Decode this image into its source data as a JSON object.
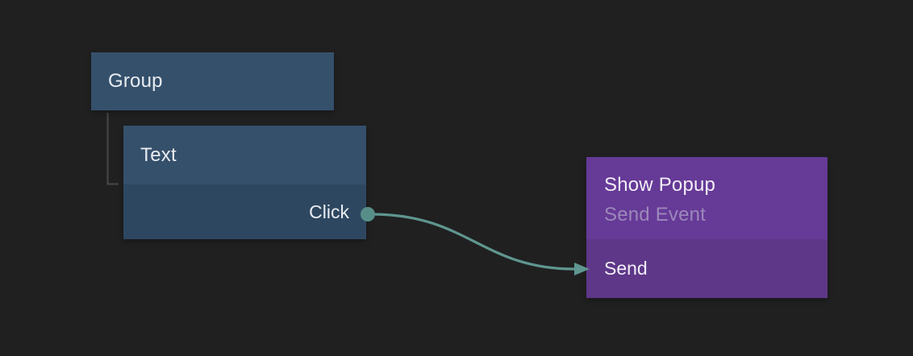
{
  "colors": {
    "bg": "#202021",
    "blue_header": "#35506b",
    "blue_body": "#2e4760",
    "purple_header": "#663a97",
    "purple_body": "#5e3788",
    "wire": "#5f968f",
    "port": "#578f88",
    "connector": "#474747",
    "text_light": "#e9ecf1",
    "text_purple": "#f2eef8",
    "text_muted": "#9c88bb"
  },
  "nodes": {
    "group": {
      "title": "Group"
    },
    "text": {
      "title": "Text",
      "output_port": "Click"
    },
    "show_popup": {
      "title": "Show Popup",
      "subtitle": "Send Event",
      "input_port": "Send"
    }
  }
}
